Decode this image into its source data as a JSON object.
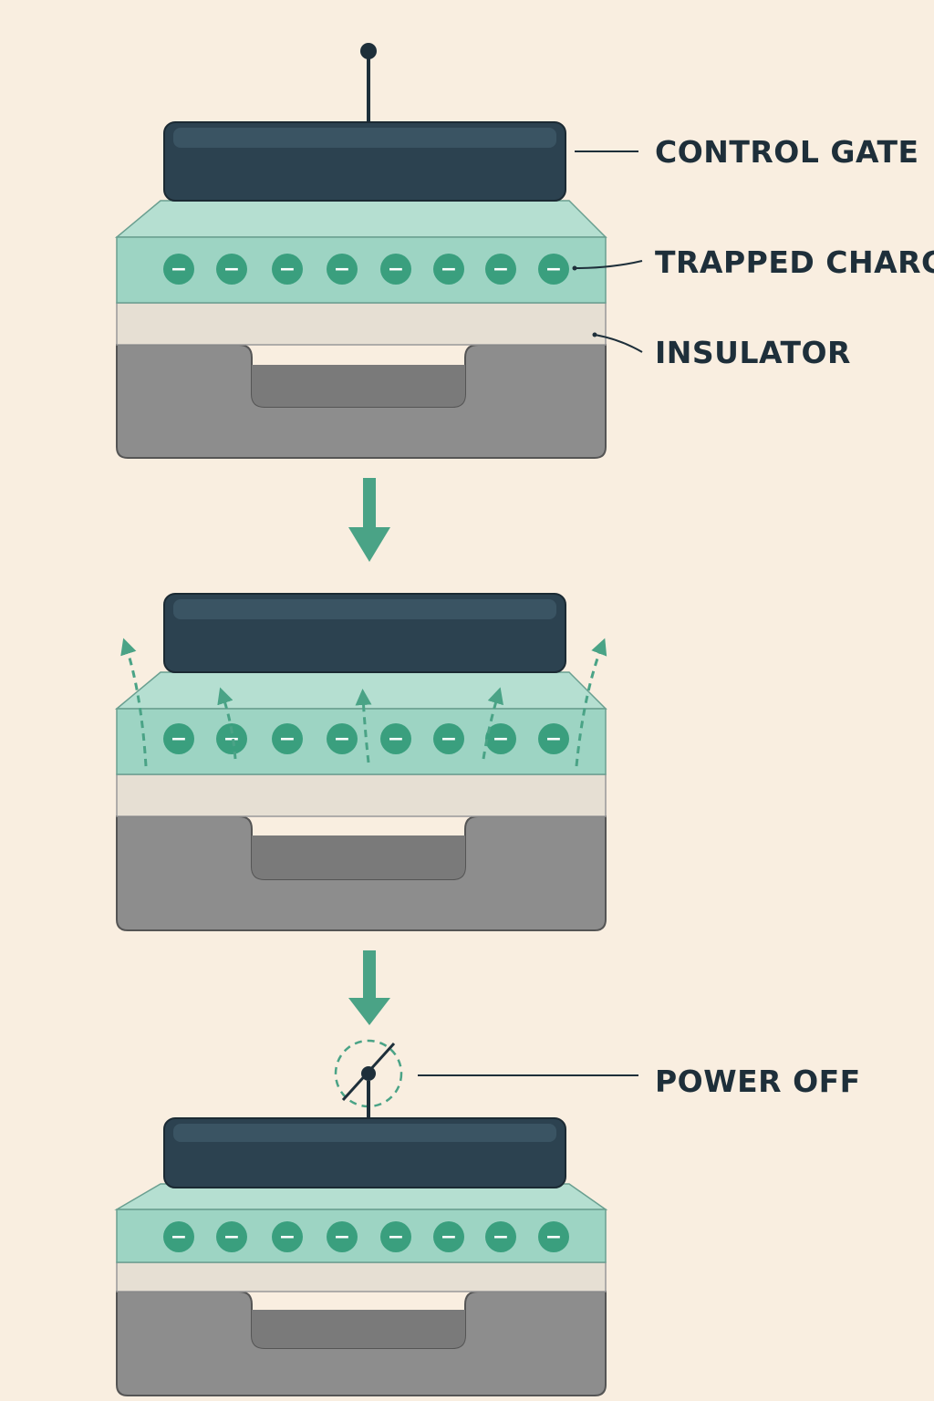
{
  "labels": {
    "control_gate": "CONTROL GATE",
    "trapped_charge": "TRAPPED CHARGE",
    "insulator": "INSULATOR",
    "power_off": "POWER OFF"
  },
  "charge_symbol": "−",
  "charges_per_cell": 8,
  "colors": {
    "background": "#f9eee0",
    "gate": "#2c4250",
    "gate_top": "#3a5463",
    "charge_layer": "#9dd4c3",
    "charge_layer_top": "#b5dfd1",
    "electron": "#3a9f7e",
    "insulator": "#e6dfd3",
    "substrate": "#8d8d8d",
    "substrate_well": "#7f7f7f",
    "arrow": "#4aa386",
    "leader_line": "#1e2f3a",
    "label_text": "#1e2f3a"
  },
  "icons": [
    "terminal-pin-icon",
    "down-arrow-icon",
    "leak-arrow-icon",
    "broken-switch-icon"
  ]
}
